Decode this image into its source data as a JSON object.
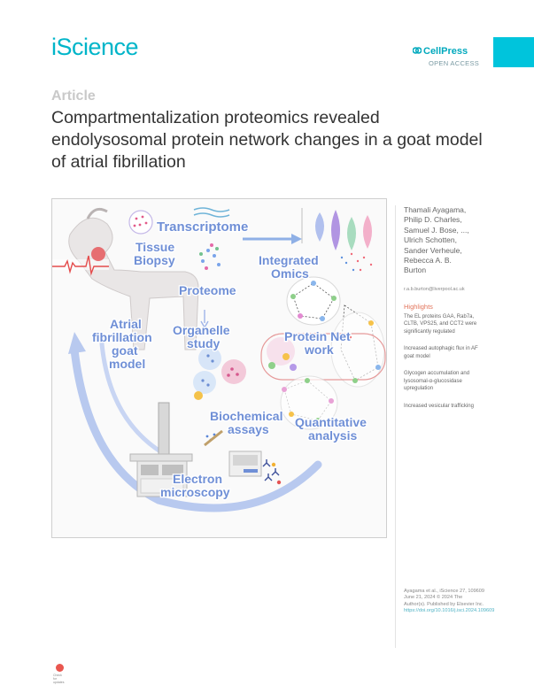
{
  "header": {
    "journal": "iScience",
    "publisher": "CellPress",
    "access": "OPEN ACCESS"
  },
  "article": {
    "type": "Article",
    "title": "Compartmentalization proteomics revealed endolysosomal protein network changes in a goat model of atrial fibrillation"
  },
  "abstract_figure": {
    "labels": {
      "transcriptome": "Transcriptome",
      "tissue_biopsy_1": "Tissue",
      "tissue_biopsy_2": "Biopsy",
      "proteome": "Proteome",
      "integrated_1": "Integrated",
      "integrated_2": "Omics",
      "organelle_1": "Organelle",
      "organelle_2": "study",
      "atrial_1": "Atrial",
      "atrial_2": "fibrillation",
      "atrial_3": "goat",
      "atrial_4": "model",
      "protein_net_1": "Protein Net",
      "protein_net_2": "work",
      "biochemical_1": "Biochemical",
      "biochemical_2": "assays",
      "quantitative_1": "Quantitative",
      "quantitative_2": "analysis",
      "electron_1": "Electron",
      "electron_2": "microscopy"
    }
  },
  "sidebar": {
    "authors": [
      "Thamali Ayagama,",
      "Philip D. Charles,",
      "Samuel J. Bose, ...,",
      "Ulrich Schotten,",
      "Sander Verheule,",
      "Rebecca A. B.",
      "Burton"
    ],
    "email": "r.a.b.burton@liverpool.ac.uk",
    "highlights_title": "Highlights",
    "highlights": [
      "The EL proteins GAA, Rab7a, CLTB, VPS25, and CCT2 were significantly regulated",
      "Increased autophagic flux in AF goat model",
      "Glycogen accumulation and lysosomal-α-glucosidase upregulation",
      "Increased vesicular trafficking"
    ],
    "citation": "Ayagama et al., iScience 27, 109609",
    "date": "June 21, 2024 © 2024 The Author(s). Published by Elsevier Inc.",
    "doi": "https://doi.org/10.1016/j.isci.2024.109609"
  },
  "badge": {
    "line1": "Check for",
    "line2": "updates"
  },
  "colors": {
    "accent": "#00b5c9",
    "label_blue": "#6f8fd6",
    "highlight": "#e2755c"
  }
}
